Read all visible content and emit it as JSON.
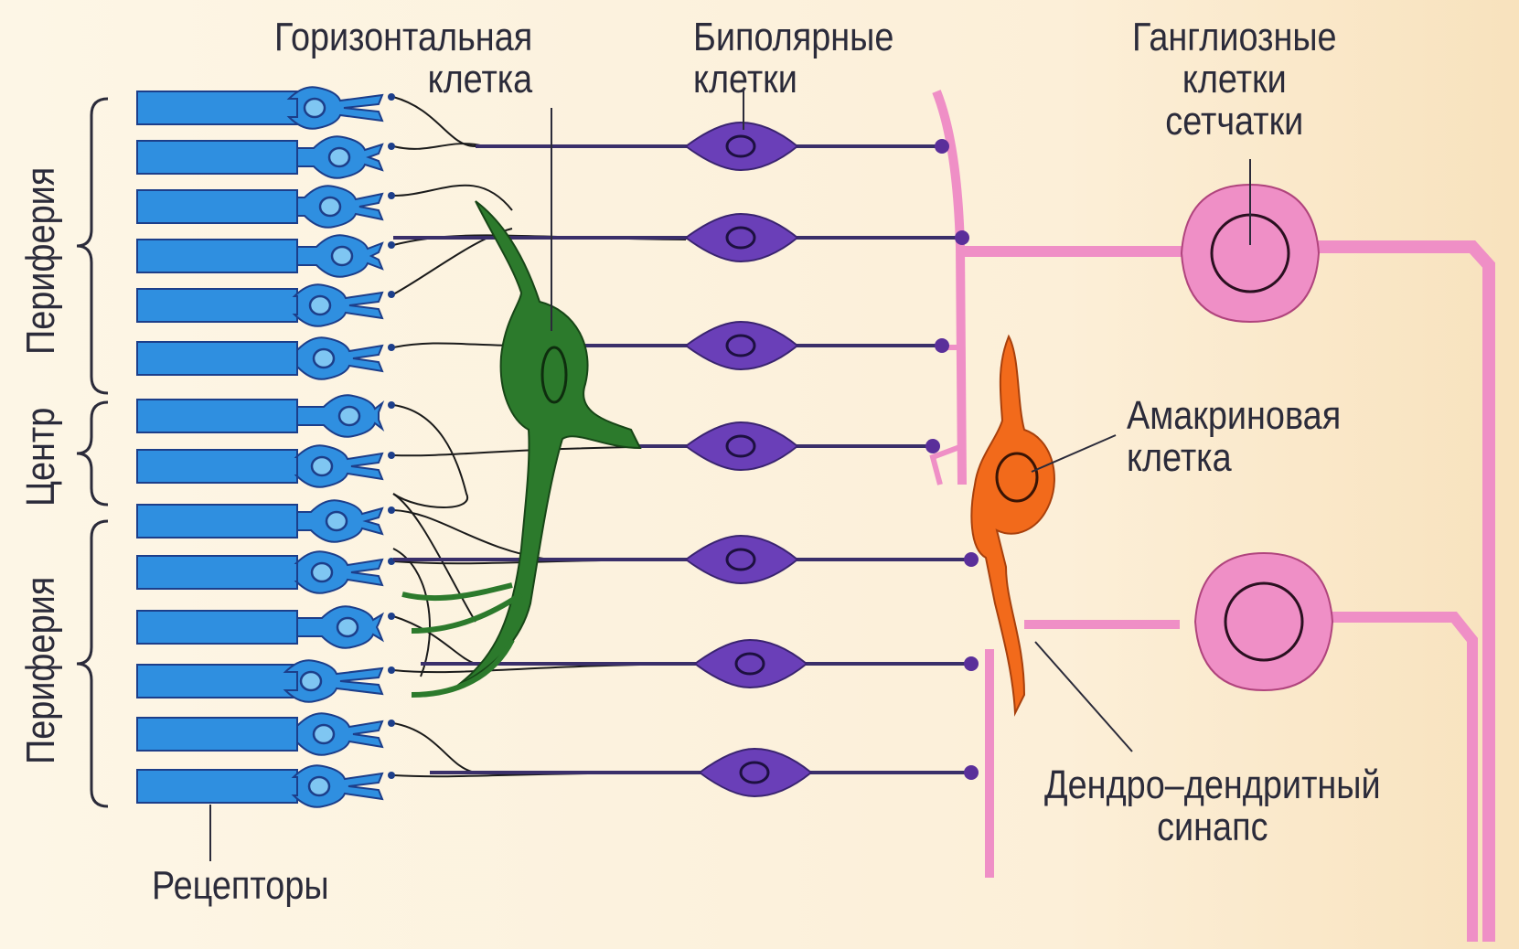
{
  "labels": {
    "horizontal_cell": [
      "Горизонтальная",
      "клетка"
    ],
    "bipolar_cells": [
      "Биполярные",
      "клетки"
    ],
    "ganglion_cells": [
      "Ганглиозные",
      "клетки",
      "сетчатки"
    ],
    "amacrine_cell": [
      "Амакриновая",
      "клетка"
    ],
    "dendro_synapse": [
      "Дендро–дендритный",
      "синапс"
    ],
    "receptors": "Рецепторы",
    "periphery_top": "Периферия",
    "center": "Центр",
    "periphery_bottom": "Периферия"
  },
  "colors": {
    "receptor": "#2f8fe0",
    "receptor_outline": "#1c3e8a",
    "horizontal": "#2c7a2c",
    "bipolar": "#6a3fb8",
    "ganglion": "#ef8fc6",
    "amacrine": "#f26a1b",
    "line": "#2a2a3a"
  }
}
